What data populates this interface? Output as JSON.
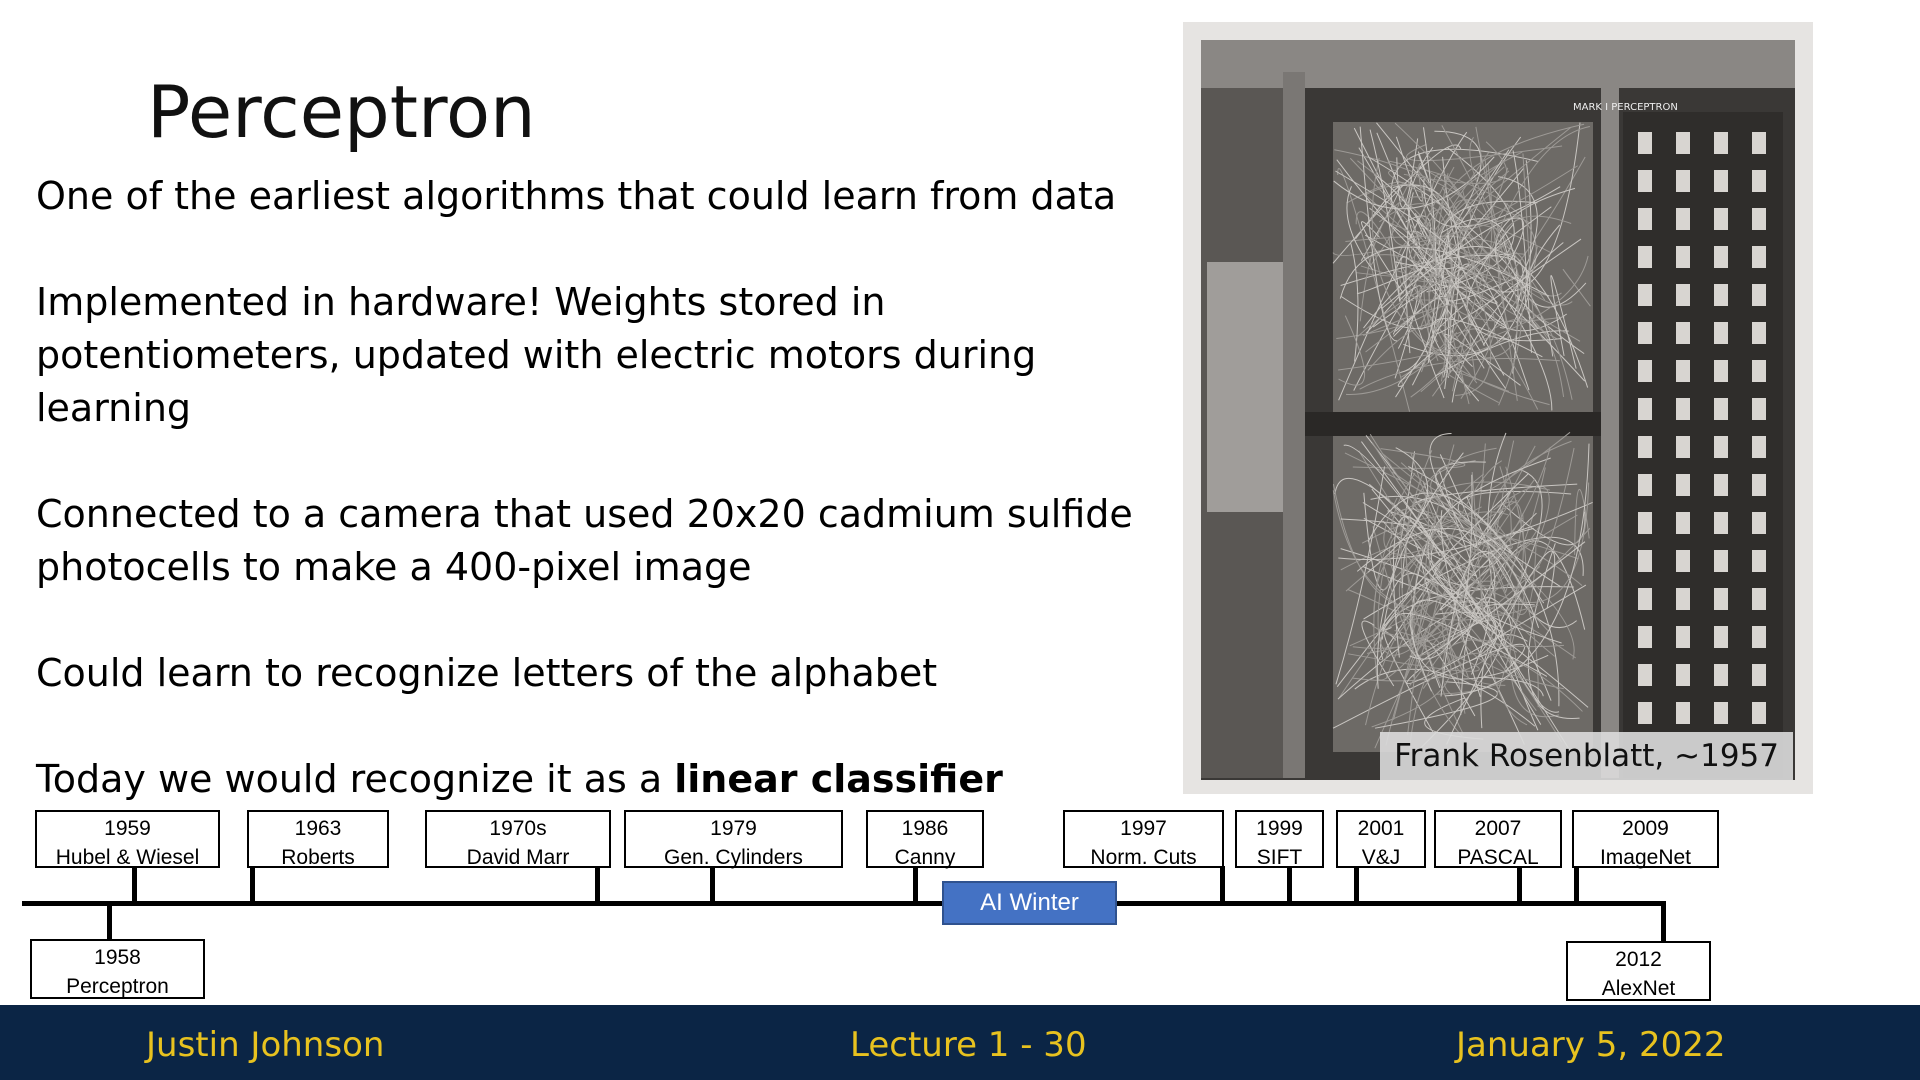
{
  "slide": {
    "title": "Perceptron",
    "bullets": [
      {
        "text": "One of the earliest algorithms that could learn from data"
      },
      {
        "text": "Implemented in hardware! Weights stored in potentiometers, updated with electric motors during learning"
      },
      {
        "text": "Connected to a camera that used 20x20 cadmium sulfide photocells to make a 400-pixel image"
      },
      {
        "text": "Could learn to recognize letters of the alphabet"
      },
      {
        "prefix": "Today we would recognize it as a ",
        "bold": "linear classifier"
      }
    ],
    "photo_caption": "Frank Rosenblatt, ~1957",
    "photo_label": "MARK I PERCEPTRON"
  },
  "timeline": {
    "top": [
      {
        "year": "1959",
        "label": "Hubel & Wiesel"
      },
      {
        "year": "1963",
        "label": "Roberts"
      },
      {
        "year": "1970s",
        "label": "David Marr"
      },
      {
        "year": "1979",
        "label": "Gen. Cylinders"
      },
      {
        "year": "1986",
        "label": "Canny"
      },
      {
        "year": "1997",
        "label": "Norm. Cuts"
      },
      {
        "year": "1999",
        "label": "SIFT"
      },
      {
        "year": "2001",
        "label": "V&J"
      },
      {
        "year": "2007",
        "label": "PASCAL"
      },
      {
        "year": "2009",
        "label": "ImageNet"
      }
    ],
    "bottom": [
      {
        "year": "1958",
        "label": "Perceptron"
      },
      {
        "year": "2012",
        "label": "AlexNet"
      }
    ],
    "ai_winter": "AI Winter"
  },
  "footer": {
    "author": "Justin Johnson",
    "lecture": "Lecture 1 - 30",
    "date": "January 5, 2022"
  },
  "colors": {
    "footer_bg": "#0b2545",
    "footer_text": "#e8c21f",
    "ai_winter": "#4472c4"
  }
}
